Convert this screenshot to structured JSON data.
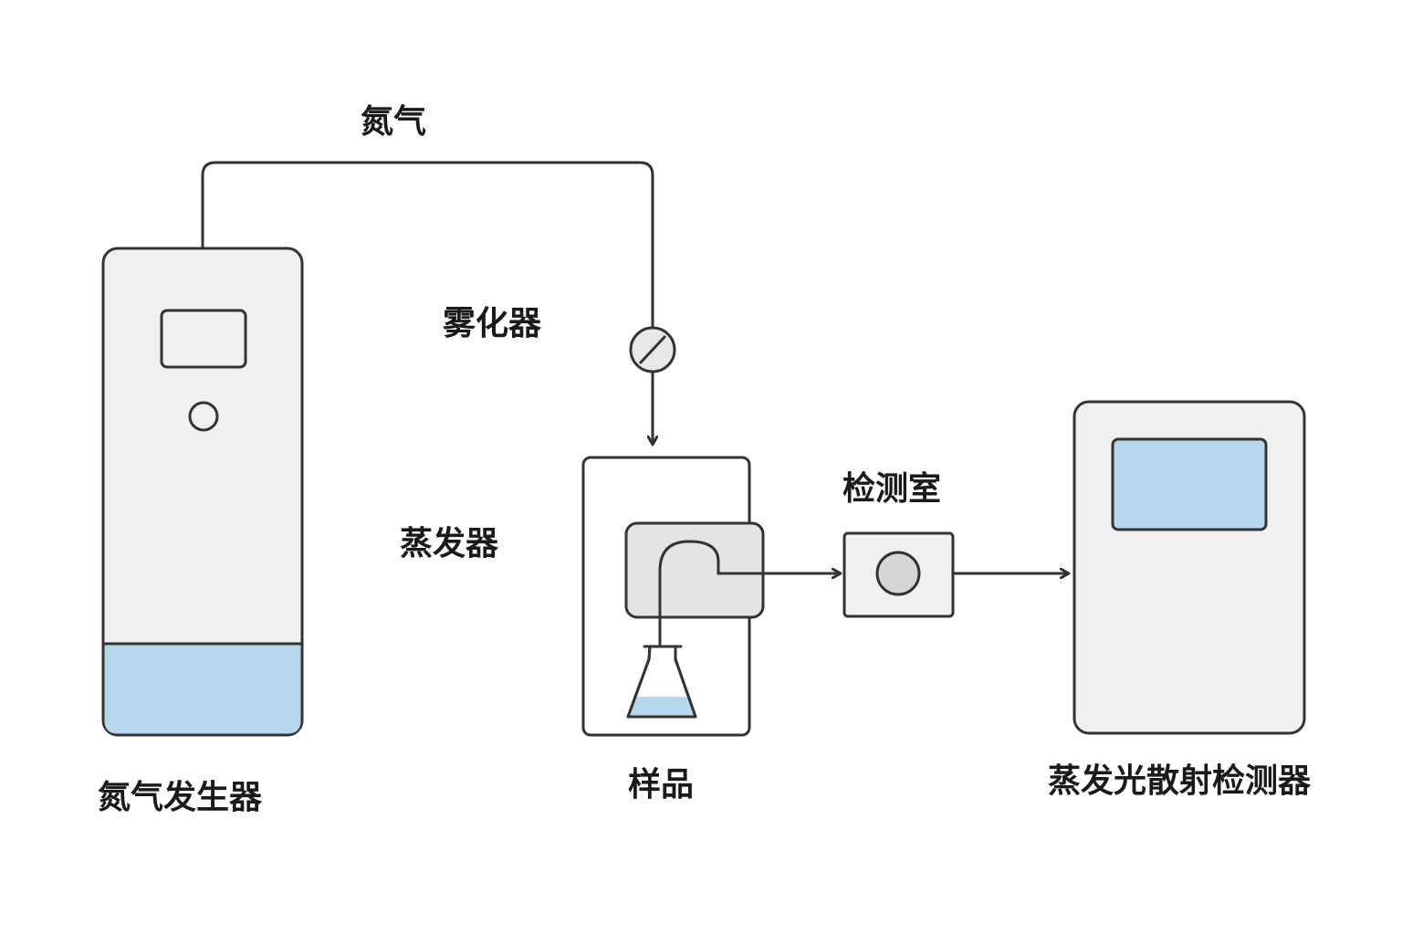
{
  "labels": {
    "nitrogen": "氮气",
    "nebulizer": "雾化器",
    "evaporator": "蒸发器",
    "detection_chamber": "检测室",
    "nitrogen_generator": "氮气发生器",
    "sample": "样品",
    "elsd": "蒸发光散射检测器"
  },
  "colors": {
    "stroke": "#333333",
    "panel_fill": "#f0f0f0",
    "inner_fill": "#e4e4e4",
    "liquid_fill": "#b7d7ee",
    "knob_fill": "#d6d6d6"
  }
}
